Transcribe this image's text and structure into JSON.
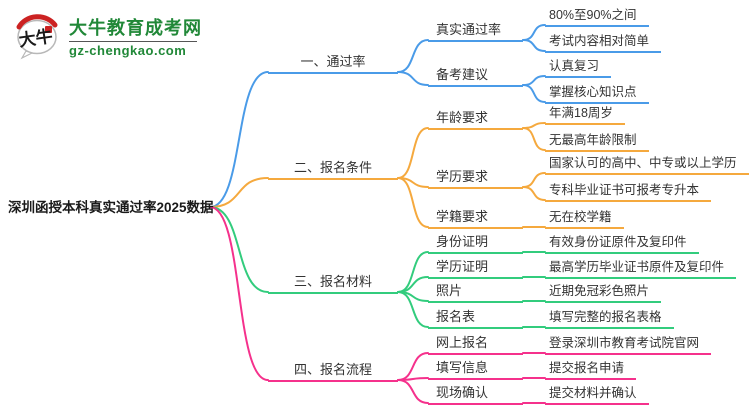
{
  "logo": {
    "site_name": "大牛教育成考网",
    "site_domain": "gz-chengkao.com",
    "icon_chars": "大牛",
    "brand_color": "#218838"
  },
  "root": {
    "label": "深圳函授本科真实通过率2025数据"
  },
  "branches": [
    {
      "label": "一、通过率",
      "color": "#4a9be8",
      "children": [
        {
          "label": "真实通过率",
          "leaves": [
            "80%至90%之间",
            "考试内容相对简单"
          ]
        },
        {
          "label": "备考建议",
          "leaves": [
            "认真复习",
            "掌握核心知识点"
          ]
        }
      ]
    },
    {
      "label": "二、报名条件",
      "color": "#f5a93e",
      "children": [
        {
          "label": "年龄要求",
          "leaves": [
            "年满18周岁",
            "无最高年龄限制"
          ]
        },
        {
          "label": "学历要求",
          "leaves": [
            "国家认可的高中、中专或以上学历",
            "专科毕业证书可报考专升本"
          ]
        },
        {
          "label": "学籍要求",
          "leaves": [
            "无在校学籍"
          ]
        }
      ]
    },
    {
      "label": "三、报名材料",
      "color": "#32cc7d",
      "children": [
        {
          "label": "身份证明",
          "leaves": [
            "有效身份证原件及复印件"
          ]
        },
        {
          "label": "学历证明",
          "leaves": [
            "最高学历毕业证书原件及复印件"
          ]
        },
        {
          "label": "照片",
          "leaves": [
            "近期免冠彩色照片"
          ]
        },
        {
          "label": "报名表",
          "leaves": [
            "填写完整的报名表格"
          ]
        }
      ]
    },
    {
      "label": "四、报名流程",
      "color": "#f5318c",
      "children": [
        {
          "label": "网上报名",
          "leaves": [
            "登录深圳市教育考试院官网"
          ]
        },
        {
          "label": "填写信息",
          "leaves": [
            "提交报名申请"
          ]
        },
        {
          "label": "现场确认",
          "leaves": [
            "提交材料并确认"
          ]
        }
      ]
    }
  ]
}
